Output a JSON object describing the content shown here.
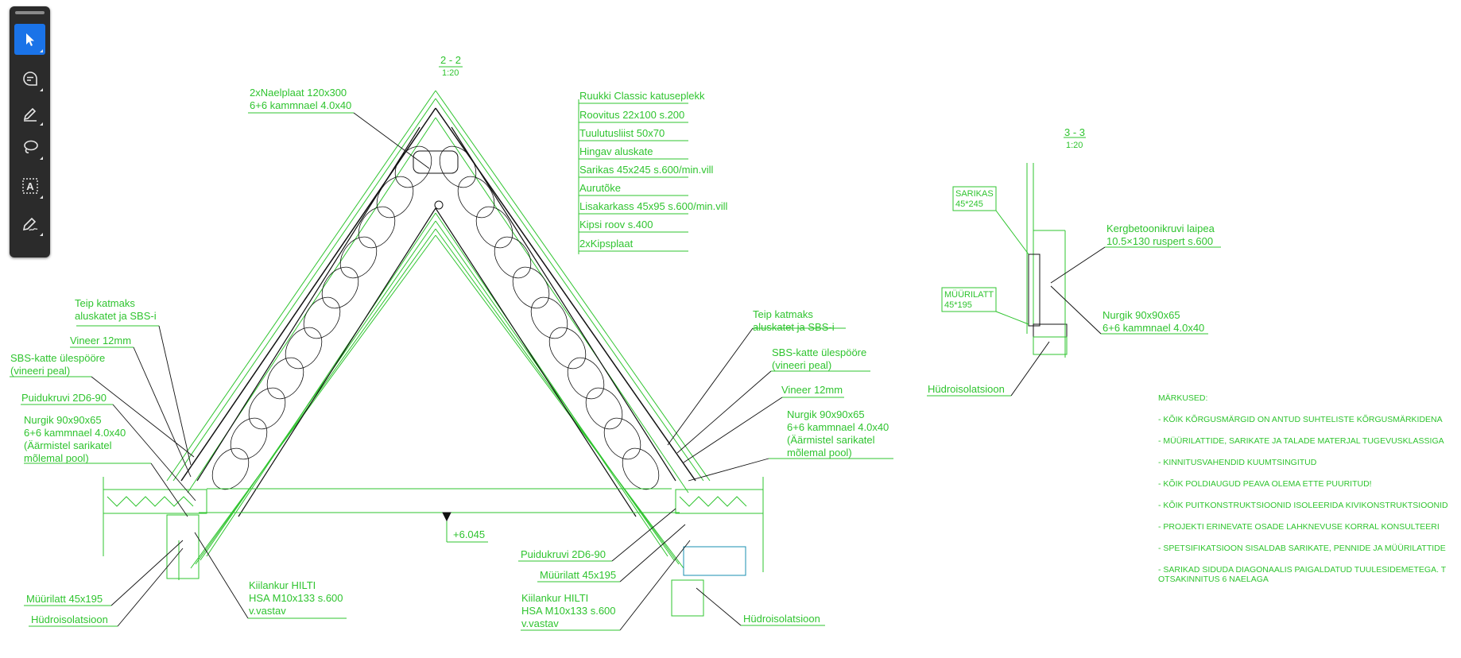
{
  "toolbar": {
    "tools": [
      {
        "icon": "select-arrow-icon",
        "active": true
      },
      {
        "icon": "comment-icon",
        "active": false
      },
      {
        "icon": "pen-icon",
        "active": false
      },
      {
        "icon": "lasso-icon",
        "active": false
      },
      {
        "icon": "text-box-icon",
        "active": false
      },
      {
        "icon": "signature-pen-icon",
        "active": false
      }
    ]
  },
  "drawing": {
    "color": "#2fc42f",
    "section_22": {
      "title": "2 - 2",
      "scale": "1:20"
    },
    "section_33": {
      "title": "3 - 3",
      "scale": "1:20"
    },
    "roof_layers": [
      "Ruukki Classic katuseplekk",
      "Roovitus 22x100 s.200",
      "Tuulutusliist 50x70",
      "Hingav aluskate",
      "Sarikas 45x245 s.600/min.vill",
      "Aurutõke",
      "Lisakarkass 45x95 s.600/min.vill",
      "Kipsi roov s.400",
      "2xKipsplaat"
    ],
    "ridge_label": {
      "line1": "2xNaelplaat 120x300",
      "line2": "6+6 kammnael 4.0x40"
    },
    "left_labels": {
      "teip": {
        "line1": "Teip katmaks",
        "line2": "aluskatet ja SBS-i"
      },
      "vineer": "Vineer 12mm",
      "sbs": {
        "line1": "SBS-katte ülespööre",
        "line2": "(vineeri peal)"
      },
      "puidukruvi": "Puidukruvi 2D6-90",
      "nurgik": {
        "line1": "Nurgik 90x90x65",
        "line2": "6+6 kammnael 4.0x40",
        "line3": "(Äärmistel sarikatel",
        "line4": "mõlemal pool)"
      },
      "muurilatt": "Müürilatt 45x195",
      "hudro": "Hüdroisolatsioon",
      "kiilankur": {
        "line1": "Kiilankur HILTI",
        "line2": "HSA M10x133 s.600",
        "line3": "v.vastav"
      }
    },
    "right_labels": {
      "teip": {
        "line1": "Teip katmaks",
        "line2": "aluskatet ja SBS-i"
      },
      "sbs": {
        "line1": "SBS-katte ülespööre",
        "line2": "(vineeri peal)"
      },
      "vineer": "Vineer 12mm",
      "nurgik": {
        "line1": "Nurgik 90x90x65",
        "line2": "6+6 kammnael 4.0x40",
        "line3": "(Äärmistel sarikatel",
        "line4": "mõlemal pool)"
      },
      "puidukruvi": "Puidukruvi 2D6-90",
      "muurilatt": "Müürilatt 45x195",
      "kiilankur": {
        "line1": "Kiilankur HILTI",
        "line2": "HSA M10x133 s.600",
        "line3": "v.vastav"
      },
      "hudro": "Hüdroisolatsioon"
    },
    "elevation": "+6.045",
    "detail33": {
      "sarikas": {
        "line1": "SARIKAS",
        "line2": "45*245"
      },
      "muurilatt": {
        "line1": "MÜÜRILATT",
        "line2": "45*195"
      },
      "kergbetoon": {
        "line1": "Kergbetoonikruvi laipea",
        "line2": "10.5×130 ruspert s.600"
      },
      "nurgik": {
        "line1": "Nurgik 90x90x65",
        "line2": "6+6 kammnael 4.0x40"
      },
      "hudro": "Hüdroisolatsioon"
    },
    "notes": {
      "title": "MÄRKUSED:",
      "items": [
        "- KÕIK KÕRGUSMÄRGID ON ANTUD SUHTELISTE KÕRGUSMÄRKIDENA",
        "- MÜÜRILATTIDE, SARIKATE JA TALADE MATERJAL TUGEVUSKLASSIGA",
        "- KINNITUSVAHENDID KUUMTSINGITUD",
        "- KÕIK POLDIAUGUD PEAVA OLEMA ETTE PUURITUD!",
        "- KÕIK PUITKONSTRUKTSIOONID ISOLEERIDA KIVIKONSTRUKTSIOONID",
        "- PROJEKTI ERINEVATE OSADE LAHKNEVUSE KORRAL KONSULTEERI",
        "- SPETSIFIKATSIOON SISALDAB SARIKATE, PENNIDE JA MÜÜRILATTIDE"
      ],
      "last_line1": "- SARIKAD SIDUDA DIAGONAALIS PAIGALDATUD TUULESIDEMETEGA. T",
      "last_line2": "OTSAKINNITUS 6 NAELAGA"
    }
  }
}
